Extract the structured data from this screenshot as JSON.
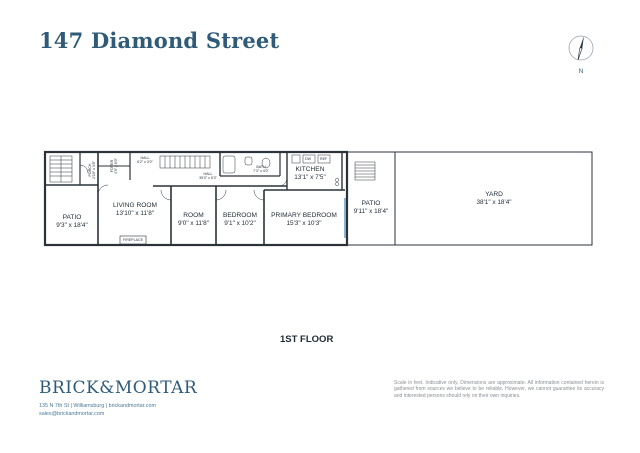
{
  "title": "147 Diamond Street",
  "compass": {
    "label": "N"
  },
  "floor_label": "1ST FLOOR",
  "rooms": {
    "patio_front": {
      "name": "PATIO",
      "dim": "9'3\" x 18'4\""
    },
    "living_room": {
      "name": "LIVING ROOM",
      "dim": "13'10\" x 11'8\""
    },
    "room": {
      "name": "ROOM",
      "dim": "9'0\" x 11'8\""
    },
    "bedroom": {
      "name": "BEDROOM",
      "dim": "9'1\" x 10'2\""
    },
    "primary_bedroom": {
      "name": "PRIMARY BEDROOM",
      "dim": "15'3\" x 10'3\""
    },
    "patio_rear": {
      "name": "PATIO",
      "dim": "9'11\" x 18'4\""
    },
    "yard": {
      "name": "YARD",
      "dim": "38'1\" x 18'4\""
    },
    "kitchen": {
      "name": "KITCHEN",
      "dim": "13'1\" x 7'5\""
    },
    "hall_1": {
      "name": "HALL",
      "dim": "6'2\" x 3'0\""
    },
    "hall_2": {
      "name": "HALL",
      "dim": "35'0\" x 5'3\""
    },
    "bath": {
      "name": "BATH",
      "dim": "7'3\" x 4'0\""
    },
    "foyer": {
      "name": "FOYER",
      "dim": "4'0\" x 6'0\""
    },
    "porch": {
      "name": "PORCH",
      "dim": "2'10\" x 3'8\""
    },
    "fireplace": {
      "name": "FIREPLACE"
    },
    "dw": {
      "name": "DW"
    },
    "ref": {
      "name": "REF"
    }
  },
  "brand": {
    "logo": "BRICK&MORTAR",
    "address": "135 N 7th St | Williamsburg | brickandmortar.com",
    "email": "sales@brickandmortar.com"
  },
  "disclaimer": "Scale in feet. Indicative only. Dimensions are approximate. All information contained herein is gathered from sources we believe to be reliable. However, we cannot guarantee its accuracy and interested persons should rely on their own inquiries."
}
